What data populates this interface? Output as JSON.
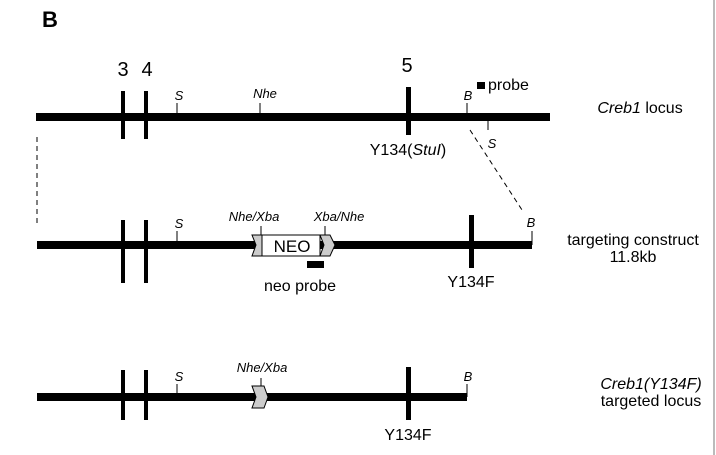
{
  "panel_label": "B",
  "locus": {
    "exon_labels": [
      "3",
      "4",
      "5"
    ],
    "sites": {
      "s1": "S",
      "nhe": "Nhe",
      "b": "B",
      "s2": "S"
    },
    "probe_label": "probe",
    "mutation_label_prefix": "Y134(",
    "mutation_label_site": "StuI",
    "mutation_label_suffix": ")",
    "title_italic": "Creb1",
    "title_rest": " locus"
  },
  "construct": {
    "sites": {
      "s1": "S",
      "nhe_xba": "Nhe/Xba",
      "xba_nhe": "Xba/Nhe",
      "b": "B"
    },
    "neo_label": "NEO",
    "neo_probe_label": "neo probe",
    "mutation_label": "Y134F",
    "title_line1": "targeting construct",
    "title_line2": "11.8kb"
  },
  "targeted": {
    "sites": {
      "s1": "S",
      "nhe_xba": "Nhe/Xba",
      "b": "B"
    },
    "mutation_label": "Y134F",
    "title_line1": "Creb1(Y134F)",
    "title_line2": "targeted locus"
  }
}
